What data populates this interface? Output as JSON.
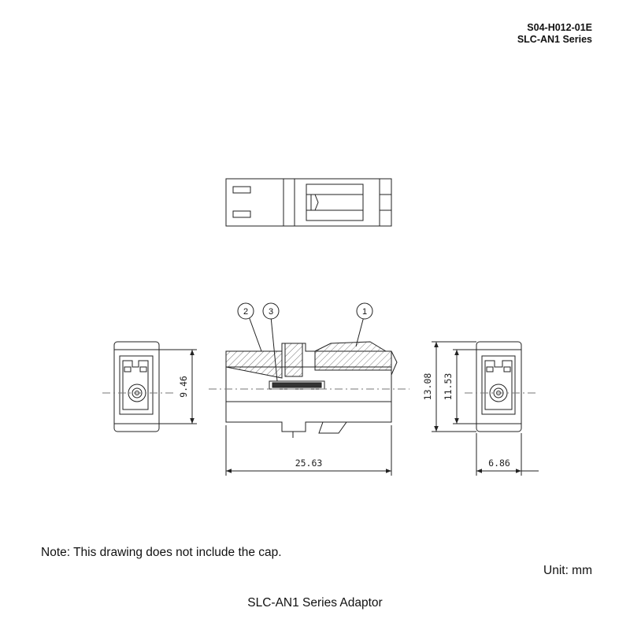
{
  "header": {
    "doc_number": "S04-H012-01E",
    "series": "SLC-AN1  Series"
  },
  "callouts": [
    "2",
    "3",
    "1"
  ],
  "dimensions": {
    "width_front": "9.46",
    "length": "25.63",
    "height_outer": "13.08",
    "height_inner": "11.53",
    "width_side": "6.86"
  },
  "note": "Note: This drawing does not include the cap.",
  "unit": "Unit: mm",
  "caption": "SLC-AN1 Series Adaptor"
}
